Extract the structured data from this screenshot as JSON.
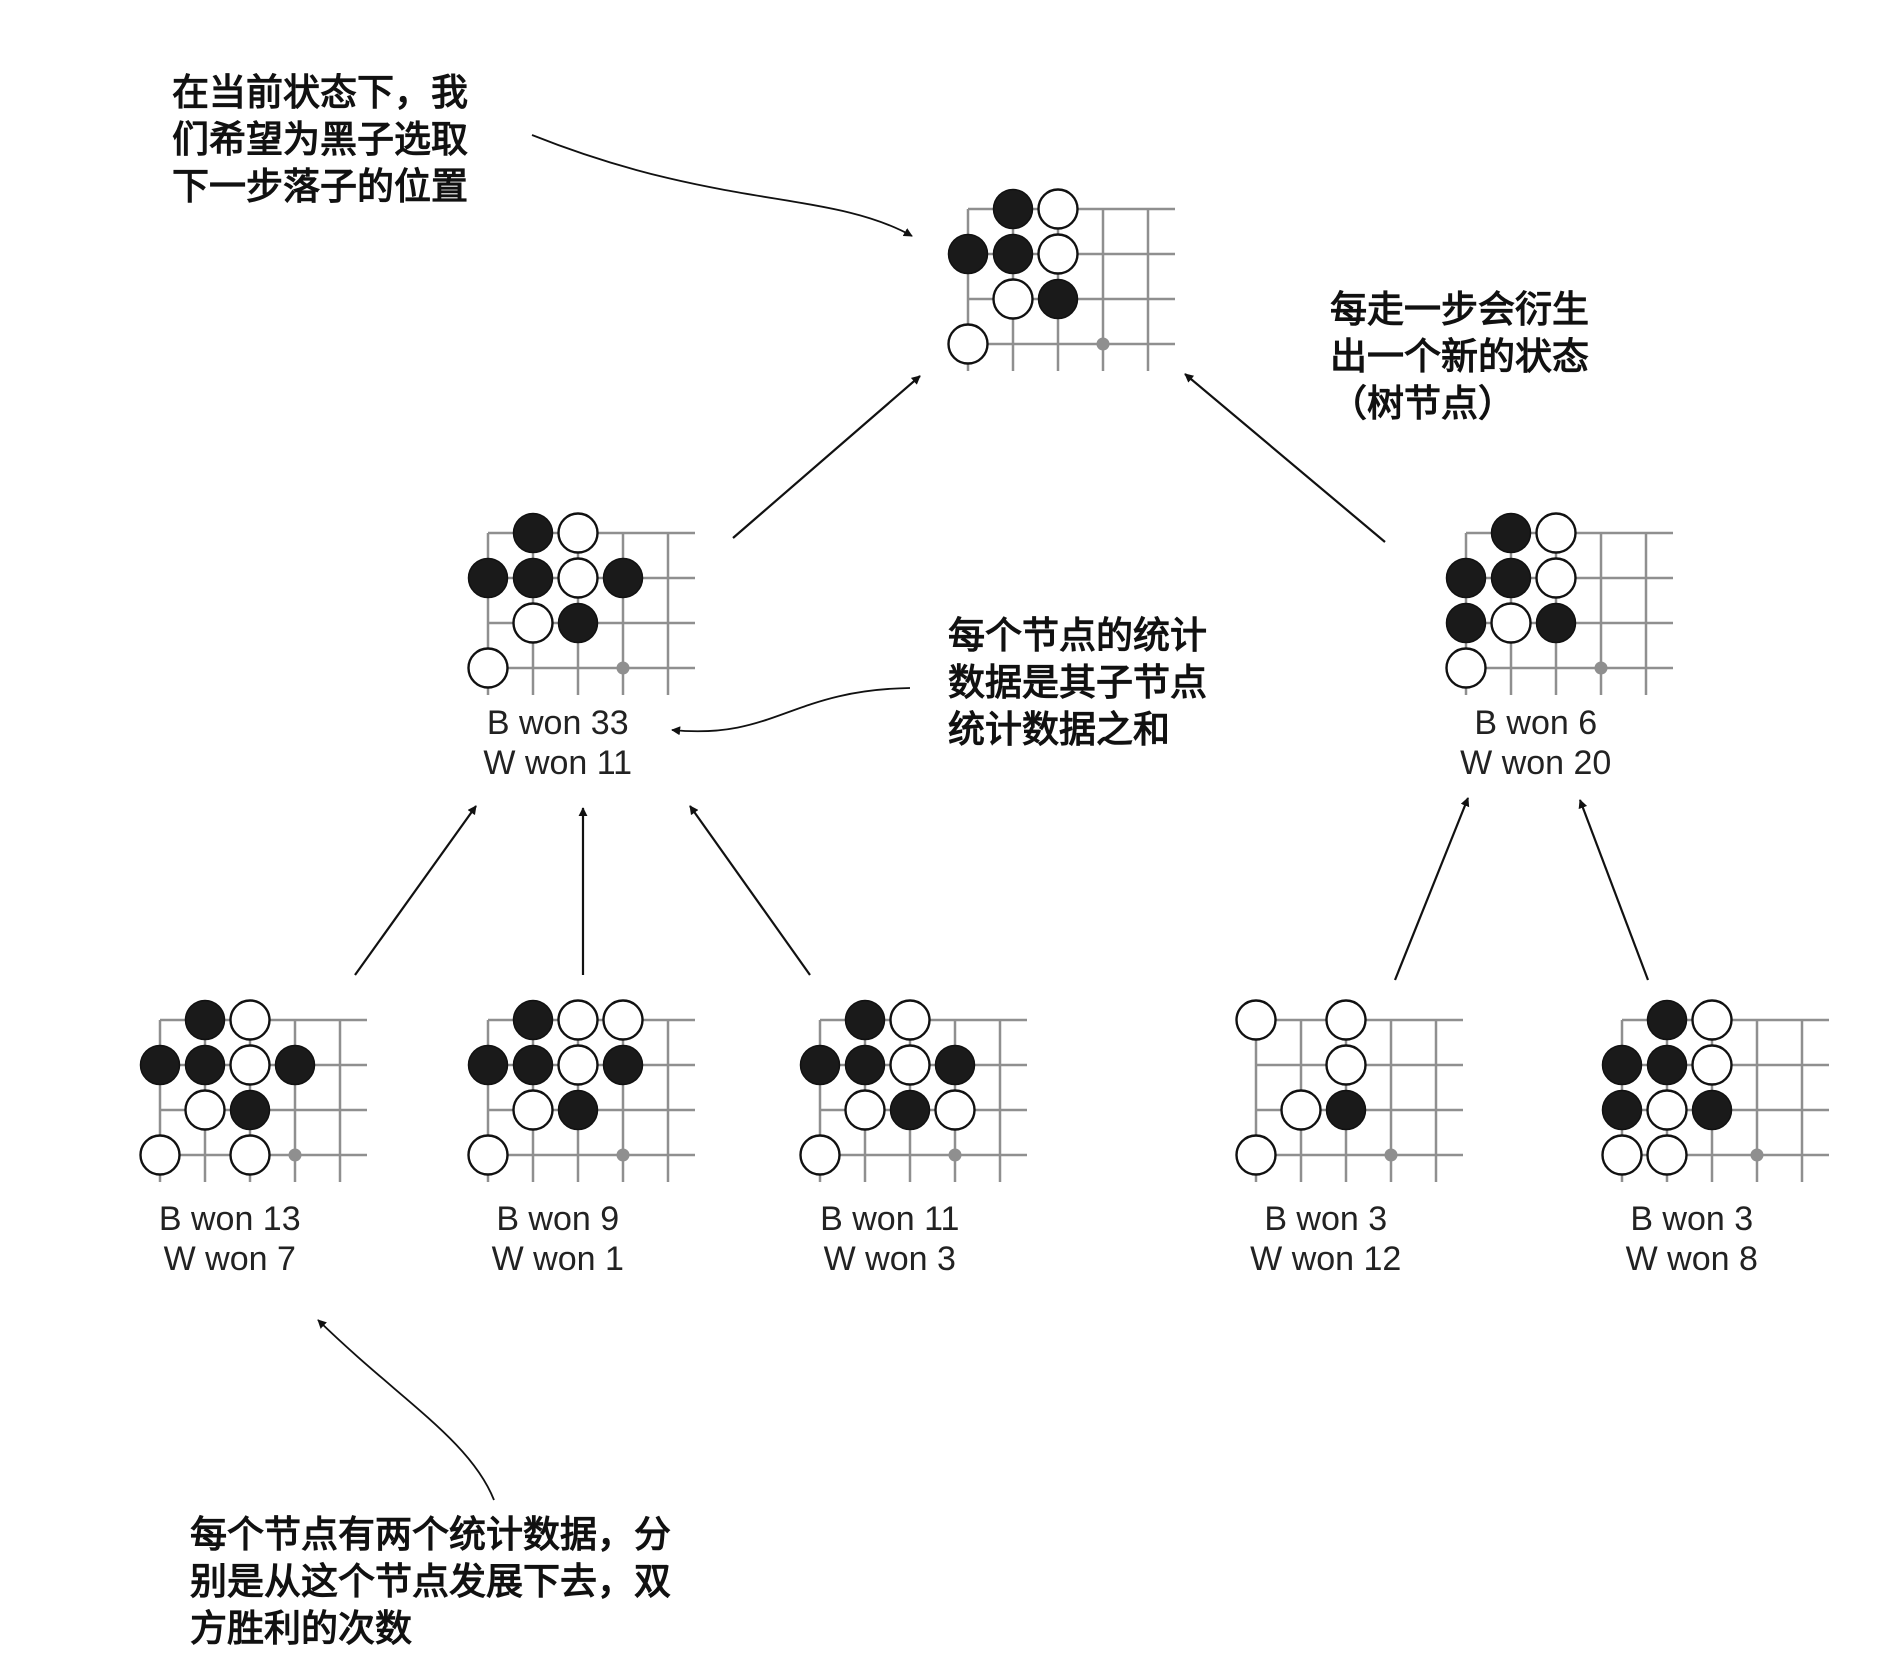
{
  "colors": {
    "black_stone": "#1a1a1a",
    "white_stone": "#ffffff",
    "grid": "#8f8f8f",
    "marker": "#8f8f8f",
    "arrow": "#111111",
    "text": "#111111"
  },
  "annotations": {
    "current_state": [
      "在当前状态下，我",
      "们希望为黑子选取",
      "下一步落子的位置"
    ],
    "new_state": [
      "每走一步会衍生",
      "出一个新的状态",
      "（树节点）"
    ],
    "aggregate": [
      "每个节点的统计",
      "数据是其子节点",
      "统计数据之和"
    ],
    "two_stats": [
      "每个节点有两个统计数据，分",
      "别是从这个节点发展下去，双",
      "方胜利的次数"
    ]
  },
  "nodes": [
    {
      "id": "root",
      "black": [
        [
          1,
          0
        ],
        [
          0,
          1
        ],
        [
          1,
          1
        ],
        [
          2,
          2
        ]
      ],
      "white": [
        [
          2,
          0
        ],
        [
          2,
          1
        ],
        [
          1,
          2
        ],
        [
          0,
          3
        ]
      ],
      "marker": [
        3,
        3
      ],
      "stats": null
    },
    {
      "id": "left-child",
      "black": [
        [
          1,
          0
        ],
        [
          0,
          1
        ],
        [
          1,
          1
        ],
        [
          3,
          1
        ],
        [
          2,
          2
        ]
      ],
      "white": [
        [
          2,
          0
        ],
        [
          2,
          1
        ],
        [
          1,
          2
        ],
        [
          0,
          3
        ]
      ],
      "marker": [
        3,
        3
      ],
      "stats": {
        "b": "B won 33",
        "w": "W won 11"
      }
    },
    {
      "id": "right-child",
      "black": [
        [
          1,
          0
        ],
        [
          0,
          1
        ],
        [
          1,
          1
        ],
        [
          0,
          2
        ],
        [
          2,
          2
        ]
      ],
      "white": [
        [
          2,
          0
        ],
        [
          2,
          1
        ],
        [
          1,
          2
        ],
        [
          0,
          3
        ]
      ],
      "marker": [
        3,
        3
      ],
      "stats": {
        "b": "B won 6",
        "w": "W won 20"
      }
    },
    {
      "id": "leaf-1",
      "black": [
        [
          1,
          0
        ],
        [
          0,
          1
        ],
        [
          1,
          1
        ],
        [
          3,
          1
        ],
        [
          2,
          2
        ]
      ],
      "white": [
        [
          2,
          0
        ],
        [
          2,
          1
        ],
        [
          1,
          2
        ],
        [
          0,
          3
        ],
        [
          2,
          3
        ]
      ],
      "marker": [
        3,
        3
      ],
      "stats": {
        "b": "B won 13",
        "w": "W won 7"
      }
    },
    {
      "id": "leaf-2",
      "black": [
        [
          1,
          0
        ],
        [
          0,
          1
        ],
        [
          1,
          1
        ],
        [
          3,
          1
        ],
        [
          2,
          2
        ]
      ],
      "white": [
        [
          2,
          0
        ],
        [
          3,
          0
        ],
        [
          2,
          1
        ],
        [
          1,
          2
        ],
        [
          0,
          3
        ]
      ],
      "marker": [
        3,
        3
      ],
      "stats": {
        "b": "B won 9",
        "w": "W won 1"
      }
    },
    {
      "id": "leaf-3",
      "black": [
        [
          1,
          0
        ],
        [
          0,
          1
        ],
        [
          1,
          1
        ],
        [
          3,
          1
        ],
        [
          2,
          2
        ]
      ],
      "white": [
        [
          2,
          0
        ],
        [
          2,
          1
        ],
        [
          1,
          2
        ],
        [
          3,
          2
        ],
        [
          0,
          3
        ]
      ],
      "marker": [
        3,
        3
      ],
      "stats": {
        "b": "B won 11",
        "w": "W won 3"
      }
    },
    {
      "id": "leaf-4",
      "black": [
        [
          2,
          2
        ]
      ],
      "white": [
        [
          0,
          0
        ],
        [
          2,
          0
        ],
        [
          2,
          1
        ],
        [
          1,
          2
        ],
        [
          0,
          3
        ]
      ],
      "marker": [
        3,
        3
      ],
      "stats": {
        "b": "B won 3",
        "w": "W won 12"
      }
    },
    {
      "id": "leaf-5",
      "black": [
        [
          1,
          0
        ],
        [
          0,
          1
        ],
        [
          1,
          1
        ],
        [
          0,
          2
        ],
        [
          2,
          2
        ]
      ],
      "white": [
        [
          2,
          0
        ],
        [
          2,
          1
        ],
        [
          1,
          2
        ],
        [
          0,
          3
        ],
        [
          1,
          3
        ]
      ],
      "marker": [
        3,
        3
      ],
      "stats": {
        "b": "B won 3",
        "w": "W won 8"
      }
    }
  ]
}
